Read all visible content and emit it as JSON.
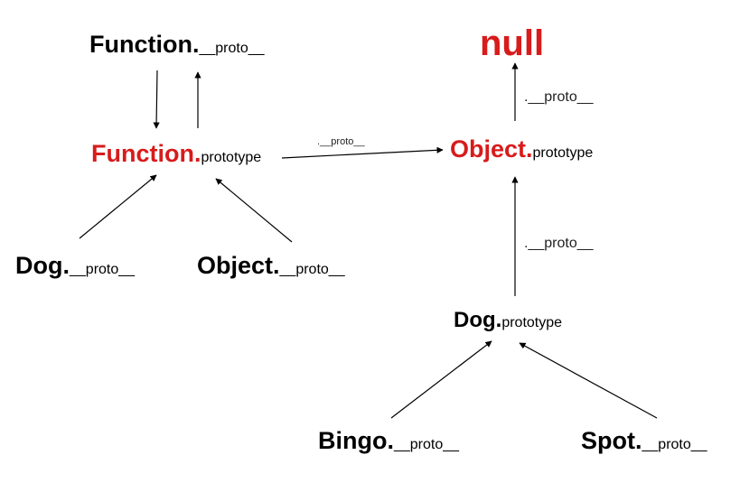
{
  "nodes": {
    "function_proto": {
      "main": "Function.",
      "suffix": "__proto__"
    },
    "function_prototype": {
      "main": "Function.",
      "suffix": "prototype"
    },
    "dog_proto": {
      "main": "Dog.",
      "suffix": "__proto__"
    },
    "object_proto": {
      "main": "Object.",
      "suffix": "__proto__"
    },
    "null_node": {
      "main": "null"
    },
    "object_prototype": {
      "main": "Object.",
      "suffix": "prototype"
    },
    "dog_prototype": {
      "main": "Dog.",
      "suffix": "prototype"
    },
    "bingo_proto": {
      "main": "Bingo.",
      "suffix": "__proto__"
    },
    "spot_proto": {
      "main": "Spot.",
      "suffix": "__proto__"
    }
  },
  "edge_labels": {
    "funcproto_to_objproto": ".__proto__",
    "objproto_to_null": ".__proto__",
    "dogproto_to_objproto": ".__proto__"
  },
  "colors": {
    "red": "#d81b1b",
    "black": "#000000"
  }
}
